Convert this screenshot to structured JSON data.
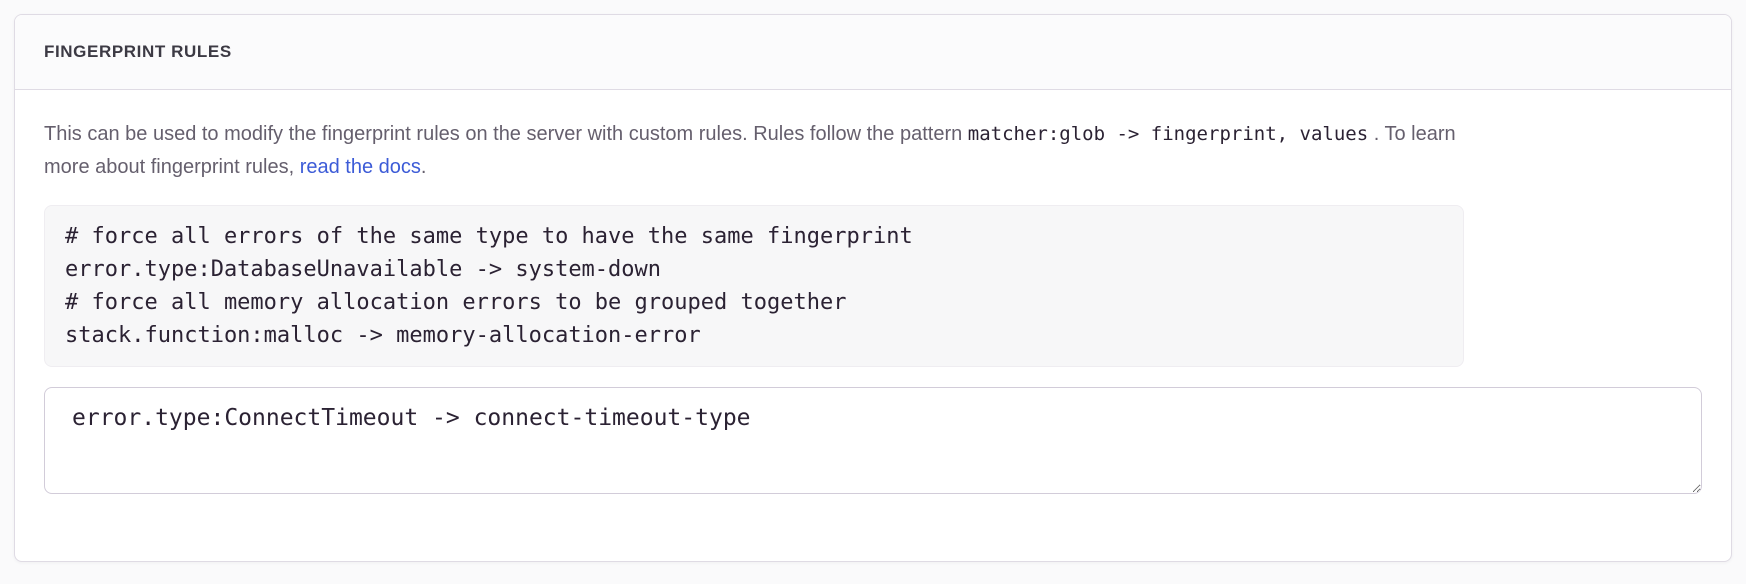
{
  "panel": {
    "header": {
      "title": "FINGERPRINT RULES"
    },
    "description": {
      "part1": "This can be used to modify the fingerprint rules on the server with custom rules. Rules follow the pattern ",
      "inline_code": "matcher:glob -> fingerprint, values",
      "part2": " . To learn more about fingerprint rules, ",
      "link_label": "read the docs",
      "part3": "."
    },
    "example": {
      "lines": [
        "# force all errors of the same type to have the same fingerprint",
        "error.type:DatabaseUnavailable -> system-down",
        "# force all memory allocation errors to be grouped together",
        "stack.function:malloc -> memory-allocation-error"
      ]
    },
    "input": {
      "value": "error.type:ConnectTimeout -> connect-timeout-type"
    }
  },
  "colors": {
    "link": "#3c5bd7",
    "header_text": "#3c3a44",
    "body_text": "#655f6d",
    "code_text": "#2b2233",
    "panel_border": "#dfdbe4",
    "header_bg": "#fbfbfc",
    "code_bg": "#f7f7f8",
    "input_border": "#d2ccd9"
  }
}
